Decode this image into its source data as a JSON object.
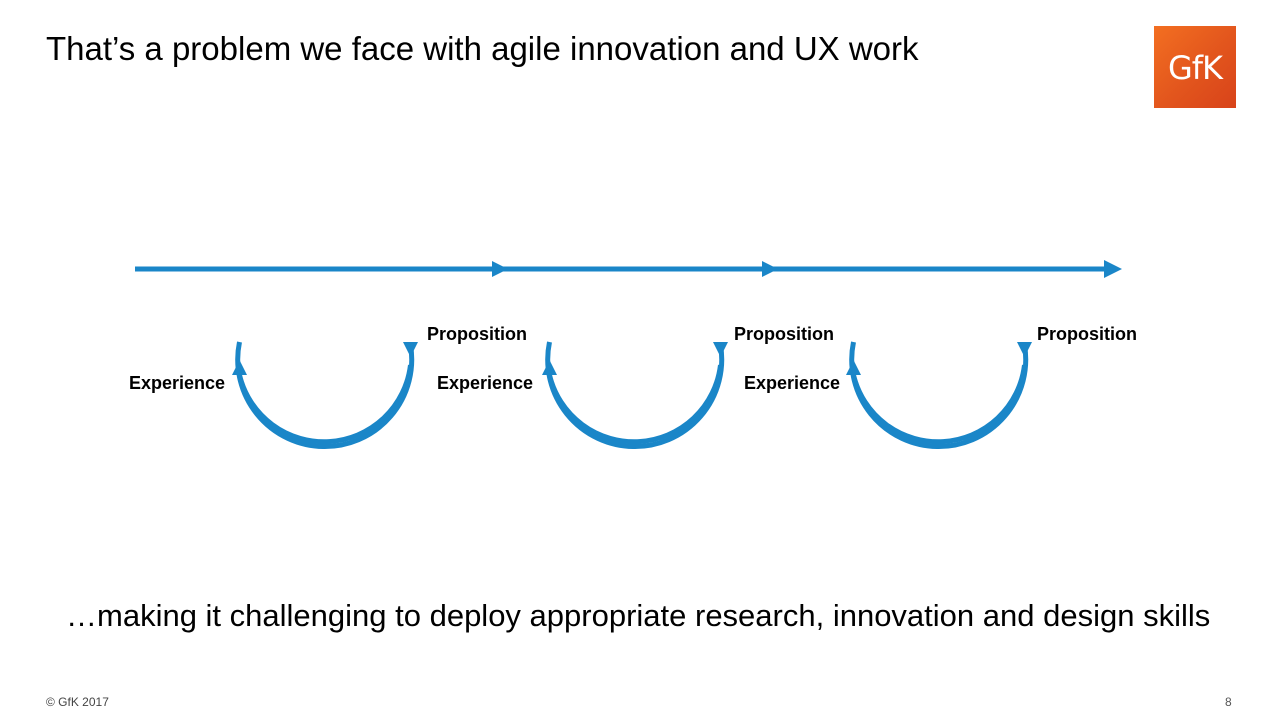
{
  "slide": {
    "title": "That’s a problem we face with agile innovation and UX work",
    "subtitle": "…making it challenging to deploy appropriate research, innovation and design skills",
    "footer": "© GfK 2017",
    "page_number": "8"
  },
  "logo": {
    "text": "GfK",
    "color": "#e8581c"
  },
  "diagram": {
    "accent_color": "#1a86c8",
    "cycles": [
      {
        "left_label": "Experience",
        "right_label": "Proposition"
      },
      {
        "left_label": "Experience",
        "right_label": "Proposition"
      },
      {
        "left_label": "Experience",
        "right_label": "Proposition"
      }
    ]
  }
}
